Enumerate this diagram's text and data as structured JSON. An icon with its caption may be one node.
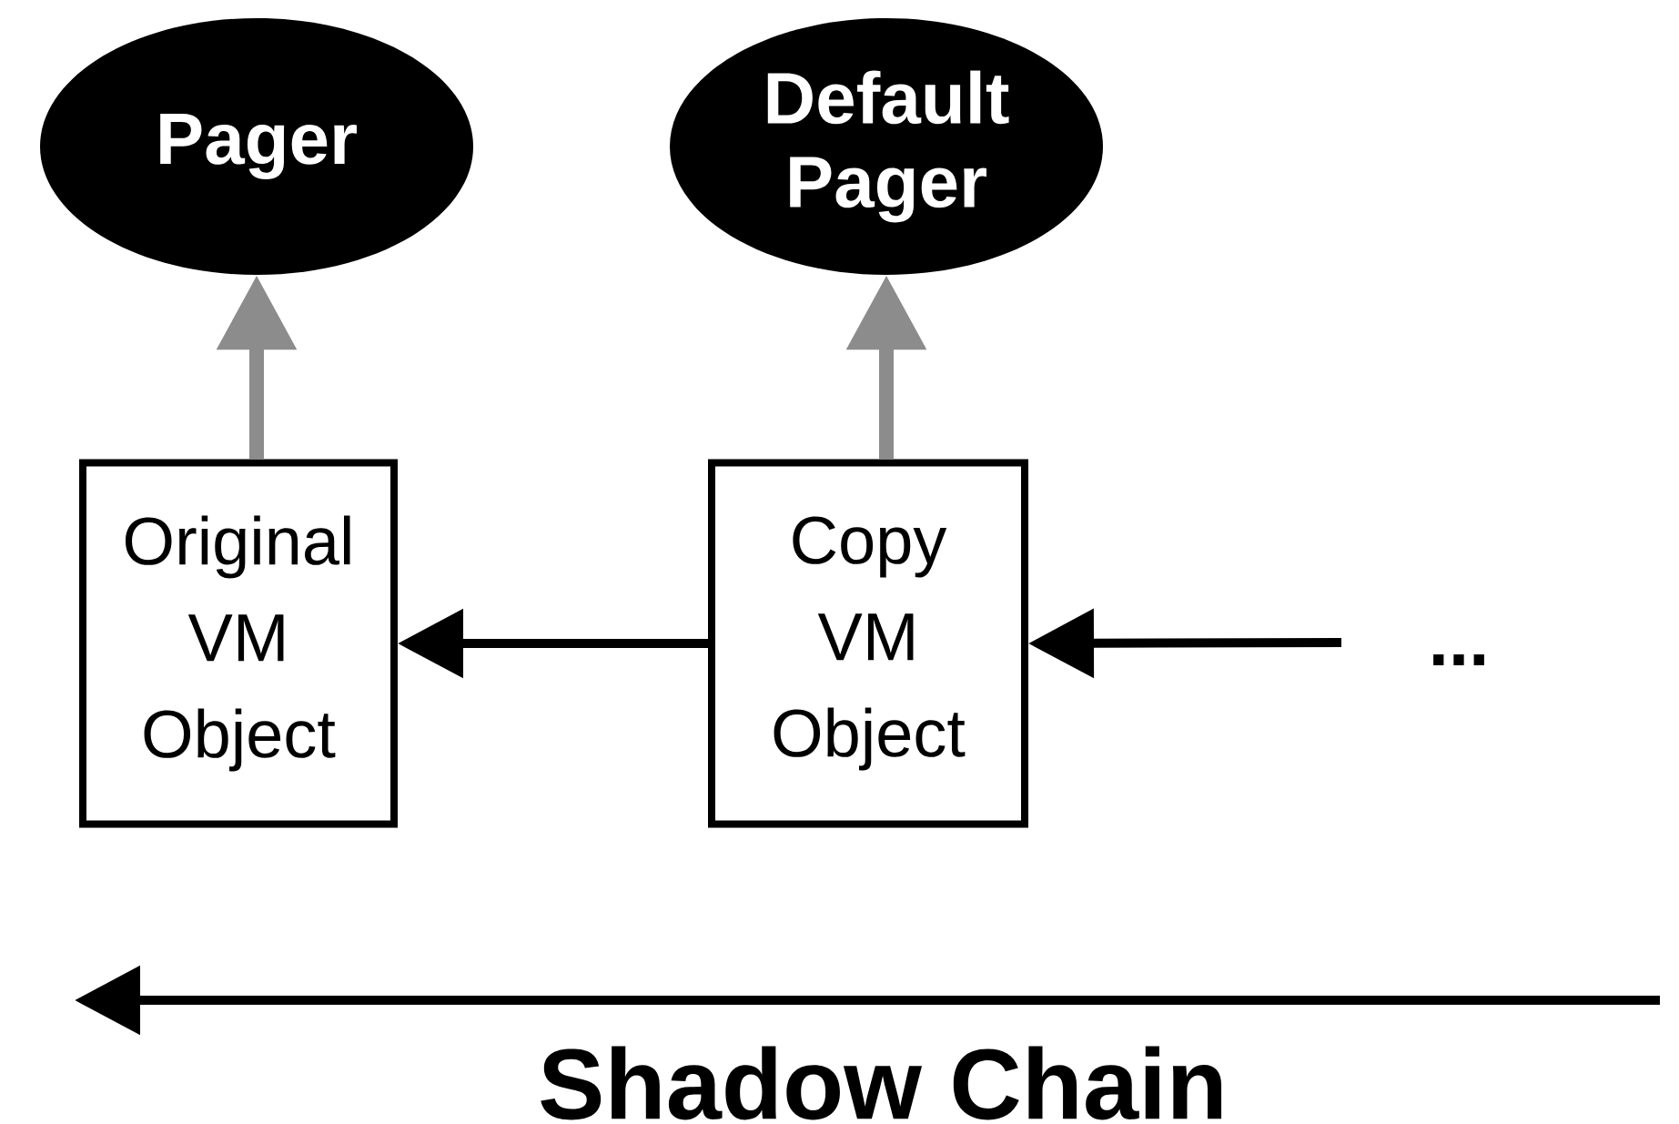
{
  "diagram": {
    "nodes": [
      {
        "text": [
          "Pager"
        ]
      },
      {
        "text": [
          "Default Pager"
        ]
      },
      {
        "text": [
          "Original VM Object"
        ]
      },
      {
        "text": [
          "Copy VM Object"
        ]
      }
    ],
    "edges": [
      {
        "from": 2,
        "to": 0,
        "arrow": "to",
        "color": "#8c8c8c"
      },
      {
        "from": 3,
        "to": 1,
        "arrow": "to",
        "color": "#8c8c8c"
      },
      {
        "from": 3,
        "to": 2,
        "arrow": "to",
        "color": "#000000"
      },
      {
        "from": null,
        "to": 3,
        "arrow": "to",
        "color": "#000000"
      }
    ],
    "labels": [
      "...",
      "Shadow Chain"
    ]
  }
}
